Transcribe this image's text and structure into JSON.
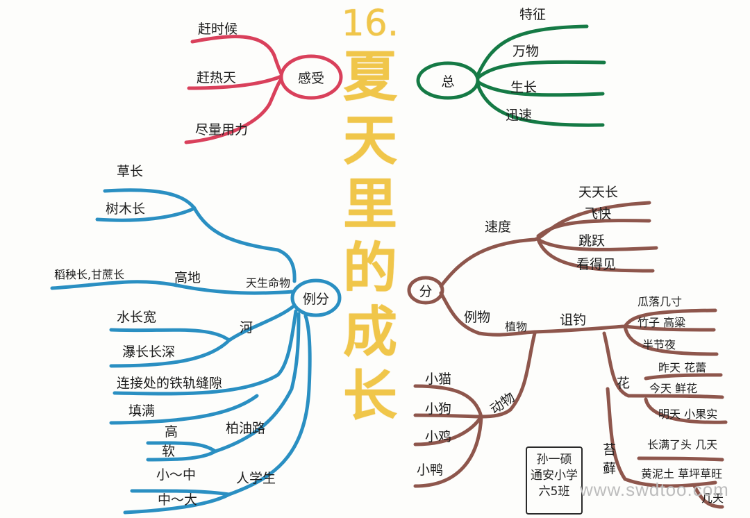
{
  "title": {
    "num": "16.",
    "chars": [
      "夏",
      "天",
      "里",
      "的",
      "成",
      "长"
    ]
  },
  "colors": {
    "red": "#d9405b",
    "green": "#157a45",
    "blue": "#2a8fc2",
    "brown": "#8e564c",
    "title": "#f0c64a"
  },
  "feel": {
    "center": "感受",
    "items": [
      "赶时候",
      "赶热天",
      "尽量用力"
    ]
  },
  "summary": {
    "center": "总",
    "items": [
      "特征",
      "万物",
      "生长",
      "迅速"
    ]
  },
  "examples": {
    "center": "例分",
    "things": {
      "label": "天生命物",
      "sub": [
        "草长",
        "树木长"
      ],
      "highland": {
        "label": "高地",
        "detail": "稻秧长,甘蔗长"
      }
    },
    "river": {
      "label": "河",
      "items": [
        "水长宽",
        "瀑长长深"
      ]
    },
    "rail": {
      "label": "连接处的铁轨缝隙",
      "detail": "填满"
    },
    "road": {
      "label": "柏油路",
      "items": [
        "高",
        "软"
      ]
    },
    "student": {
      "label": "人学生",
      "items": [
        "小～中",
        "中～大"
      ]
    }
  },
  "divide": {
    "center": "分",
    "speed": {
      "label": "速度",
      "items": [
        "天天长",
        "飞快",
        "跳跃",
        "看得见"
      ]
    },
    "examples": {
      "label": "例物",
      "plant": "植物",
      "bamboo": {
        "label": "诅钓",
        "items": [
          "瓜落几寸",
          "竹子 高粱",
          "半节夜"
        ]
      },
      "flower": {
        "label": "花",
        "items": [
          "昨天 花蕾",
          "今天 鲜花",
          "明天 小果实"
        ]
      },
      "moss": {
        "label": "苔藓",
        "items": [
          "长满了头 几天",
          "黄泥土 草坪草旺",
          "几天"
        ]
      },
      "animal": {
        "label": "动物",
        "items": [
          "小猫",
          "小狗",
          "小鸡",
          "小鸭"
        ]
      }
    }
  },
  "signature": [
    "孙一硕",
    "通安小学",
    "六5班"
  ],
  "watermark": "www.swdtoo.com"
}
